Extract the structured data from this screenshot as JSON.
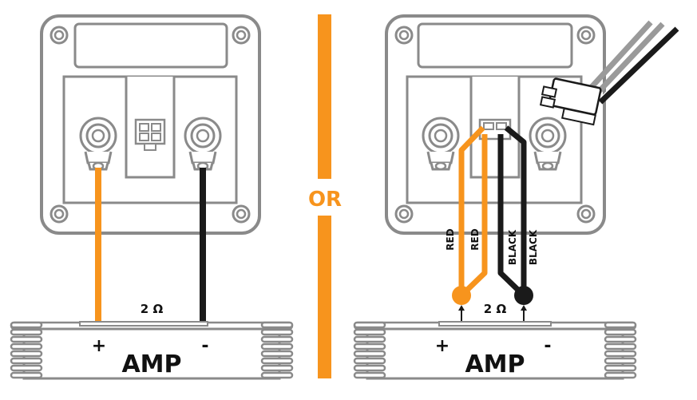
{
  "colors": {
    "orange": "#F7941D",
    "black_wire": "#1a1a1a",
    "outline": "#8a8a8a",
    "harness_gray": "#9a9a9a"
  },
  "divider": {
    "label": "OR"
  },
  "left": {
    "amp": {
      "label": "AMP",
      "plus": "+",
      "minus": "-",
      "impedance": "2 Ω"
    }
  },
  "right": {
    "amp": {
      "label": "AMP",
      "plus": "+",
      "minus": "-",
      "impedance": "2 Ω"
    },
    "wires": [
      "RED",
      "RED",
      "BLACK",
      "BLACK"
    ]
  },
  "icons": [
    "screw-icon",
    "terminal-post-icon",
    "plug-connector-icon",
    "junction-dot-icon",
    "arrow-up-icon"
  ]
}
